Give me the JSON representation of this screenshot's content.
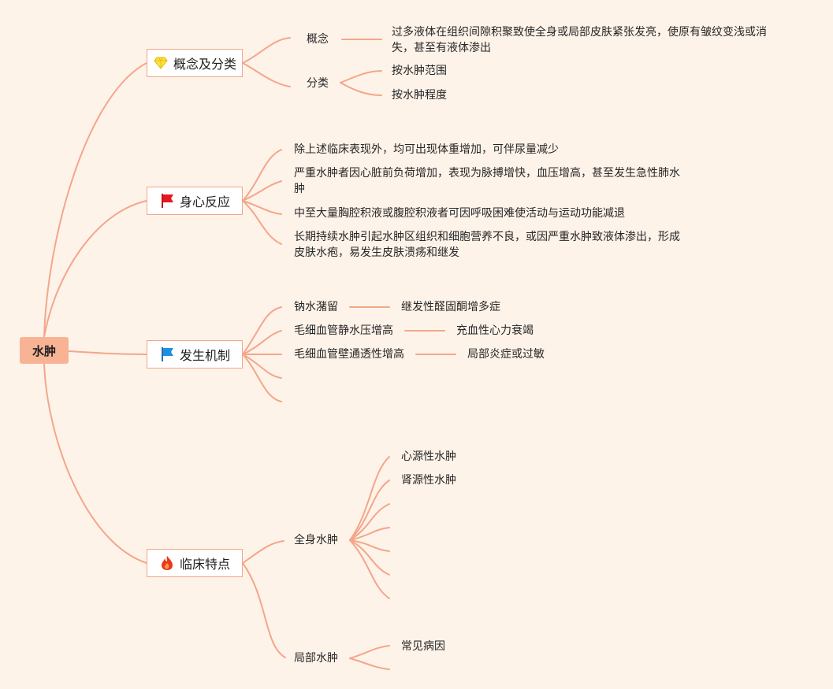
{
  "colors": {
    "background": "#fef3e9",
    "line": "#f4a68a",
    "root_fill": "#f8b394",
    "node_fill": "#ffffff",
    "node_border": "#f4a68a"
  },
  "root": {
    "label": "水肿"
  },
  "concept": {
    "label": "概念及分类",
    "icon": "gem-icon",
    "children": {
      "definition": {
        "label": "概念",
        "detail": "过多液体在组织间隙积聚致使全身或局部皮肤紧张发亮，使原有皱纹变浅或消失，甚至有液体渗出"
      },
      "classification": {
        "label": "分类",
        "items": [
          "按水肿范围",
          "按水肿程度"
        ]
      }
    }
  },
  "reaction": {
    "label": "身心反应",
    "icon": "red-flag-icon",
    "items": [
      "除上述临床表现外，均可出现体重增加，可伴尿量减少",
      "严重水肿者因心脏前负荷增加，表现为脉搏增快，血压增高，甚至发生急性肺水肿",
      "中至大量胸腔积液或腹腔积液者可因呼吸困难使活动与运动功能减退",
      "长期持续水肿引起水肿区组织和细胞营养不良，或因严重水肿致液体渗出，形成皮肤水疱，易发生皮肤溃疡和继发"
    ]
  },
  "mechanism": {
    "label": "发生机制",
    "icon": "blue-flag-icon",
    "items": [
      {
        "cause": "钠水潴留",
        "example": "继发性醛固酮增多症"
      },
      {
        "cause": "毛细血管静水压增高",
        "example": "充血性心力衰竭"
      },
      {
        "cause": "毛细血管壁通透性增高",
        "example": "局部炎症或过敏"
      }
    ]
  },
  "clinical": {
    "label": "临床特点",
    "icon": "fire-icon",
    "general": {
      "label": "全身水肿",
      "items": [
        "心源性水肿",
        "肾源性水肿"
      ]
    },
    "local": {
      "label": "局部水肿",
      "items": [
        "常见病因"
      ]
    }
  }
}
